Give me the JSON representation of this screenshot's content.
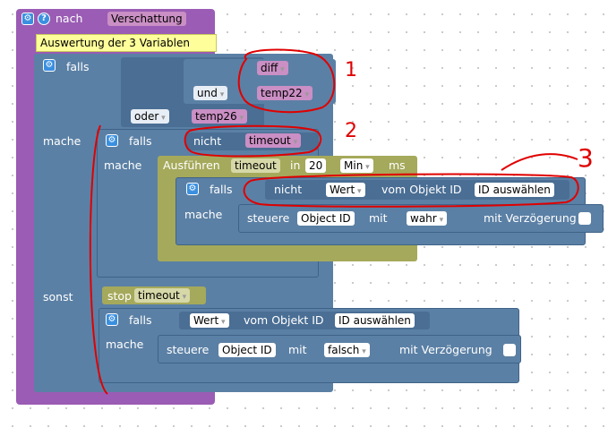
{
  "workspace": {
    "trigger": {
      "label": "nach",
      "value": "Verschattung",
      "comment": "Auswertung der 3 Variablen"
    },
    "main_if": {
      "falls_label": "falls",
      "var_diff": "diff",
      "und_label": "und",
      "var_temp22": "temp22",
      "oder_label": "oder",
      "var_temp26": "temp26",
      "mache_label": "mache",
      "sonst_label": "sonst"
    },
    "inner_if": {
      "falls_label": "falls",
      "nicht_label": "nicht",
      "var_timeout": "timeout",
      "mache_label": "mache"
    },
    "timeout_block": {
      "label": "Ausführen",
      "name": "timeout",
      "in_label": "in",
      "value": "20",
      "unit": "Min",
      "ms_label": "ms"
    },
    "nested_if": {
      "falls_label": "falls",
      "nicht_label": "nicht",
      "wert_label": "Wert",
      "vom_label": "vom Objekt ID",
      "id_value": "ID auswählen",
      "mache_label": "mache"
    },
    "control_true": {
      "label": "steuere",
      "object": "Object ID",
      "mit_label": "mit",
      "value": "wahr",
      "delay_label": "mit Verzögerung"
    },
    "stop_block": {
      "label": "stop",
      "name": "timeout"
    },
    "else_if": {
      "falls_label": "falls",
      "wert_label": "Wert",
      "vom_label": "vom Objekt ID",
      "id_value": "ID auswählen",
      "mache_label": "mache"
    },
    "control_false": {
      "label": "steuere",
      "object": "Object ID",
      "mit_label": "mit",
      "value": "falsch",
      "delay_label": "mit Verzögerung"
    }
  },
  "annotations": {
    "n1": "1",
    "n2": "2",
    "n3": "3"
  },
  "colors": {
    "trigger": "#9a5cb4",
    "logic": "#5b80a5",
    "timeout": "#a5a95b",
    "variable": "#b55da8",
    "annotation": "#e00000"
  }
}
